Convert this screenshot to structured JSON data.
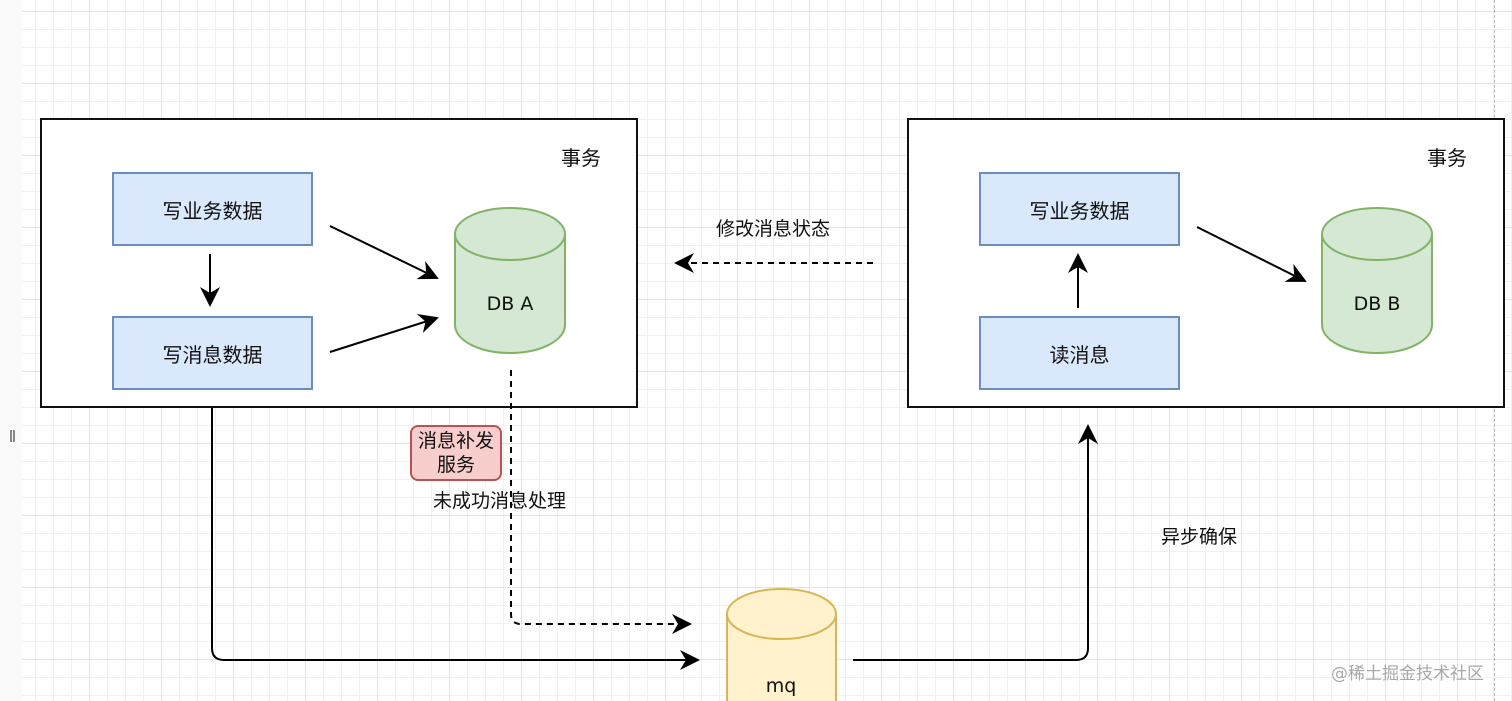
{
  "diagram": {
    "left_transaction": {
      "label": "事务",
      "write_business": "写业务数据",
      "write_message": "写消息数据",
      "database": "DB A"
    },
    "right_transaction": {
      "label": "事务",
      "write_business": "写业务数据",
      "read_message": "读消息",
      "database": "DB B"
    },
    "queue": "mq",
    "resend_service": "消息补发\n服务",
    "resend_service_line1": "消息补发",
    "resend_service_line2": "服务",
    "edge_labels": {
      "modify_status": "修改消息状态",
      "failed_handling": "未成功消息处理",
      "async_ensure": "异步确保"
    },
    "colors": {
      "process_fill": "#dae8fc",
      "process_stroke": "#6c8ebf",
      "db_fill": "#d5e8d4",
      "db_stroke": "#82b366",
      "mq_fill": "#fff2cc",
      "mq_stroke": "#d6b656",
      "service_fill": "#f8cecc",
      "service_stroke": "#b85450"
    }
  },
  "watermark": "@稀土掘金技术社区"
}
